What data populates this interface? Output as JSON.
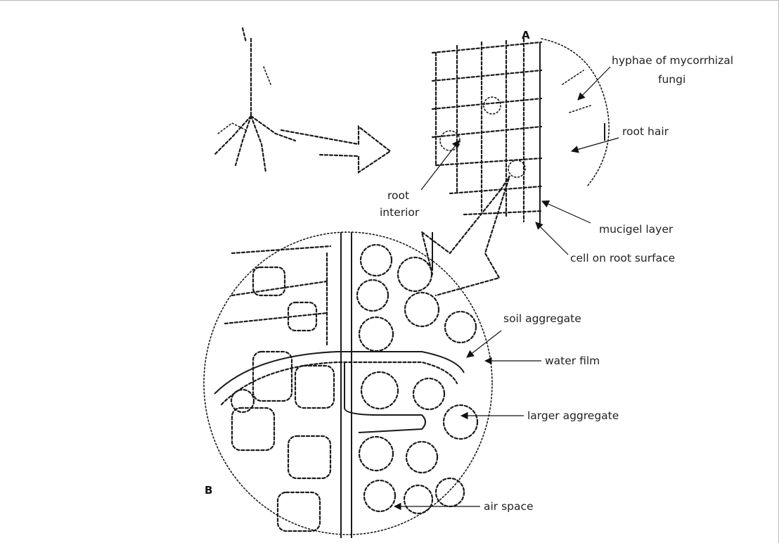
{
  "panels": {
    "a": "A",
    "b": "B"
  },
  "labels": {
    "hyphae_line1": "hyphae of mycorrhizal",
    "hyphae_line2": "fungi",
    "root_hair": "root hair",
    "root_interior_line1": "root",
    "root_interior_line2": "interior",
    "mucigel_layer": "mucigel layer",
    "cell_on_root_surface": "cell on root surface",
    "soil_aggregate": "soil aggregate",
    "water_film": "water film",
    "larger_aggregate": "larger aggregate",
    "air_space": "air space"
  }
}
